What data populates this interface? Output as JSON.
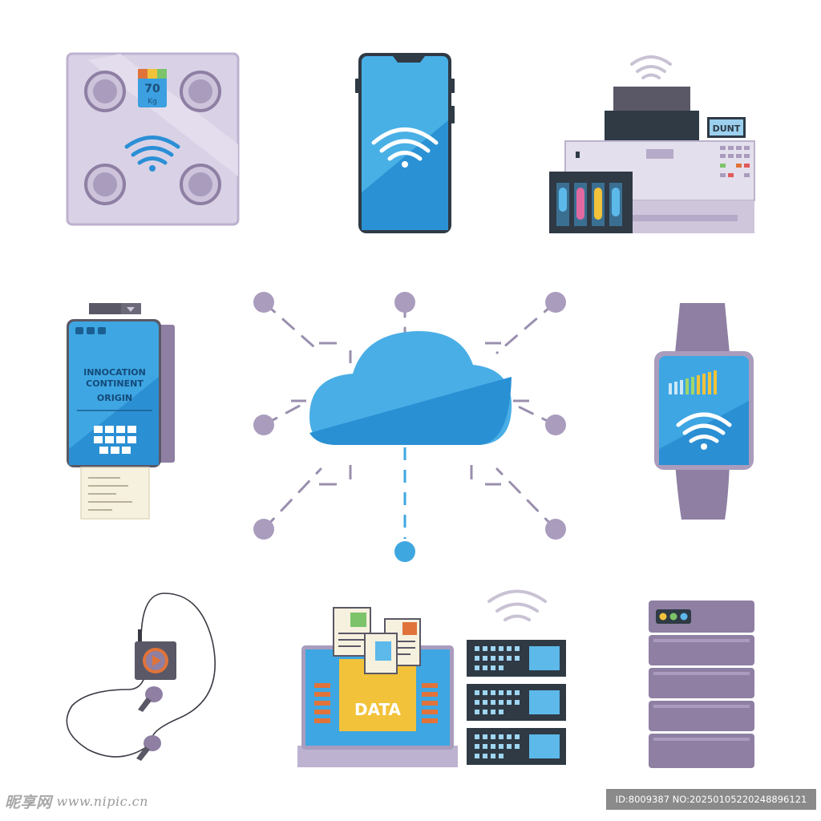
{
  "colors": {
    "accent_blue": "#3fa7e0",
    "deep_blue": "#1f7fc6",
    "purple": "#8e7fa3",
    "light_purple": "#cfc6dc",
    "dark_slate": "#2f3a45",
    "yellow": "#f2c23a",
    "orange": "#e0733a"
  },
  "icons": {
    "scale": "smart-scale-icon",
    "phone": "smartphone-icon",
    "printer": "wireless-printer-icon",
    "pos": "pos-terminal-icon",
    "cloud": "cloud-hub-icon",
    "watch": "smartwatch-icon",
    "player": "music-player-icon",
    "data": "data-laptop-icon",
    "server": "server-rack-icon"
  },
  "labels": {
    "scale_display": "70",
    "scale_subtext": "Kg",
    "printer_panel": "DUNT",
    "pos_line1": "INNOCATION",
    "pos_line2": "CONTINENT",
    "pos_line3": "ORIGIN",
    "data_folder": "DATA"
  },
  "watermark": {
    "site_cn": "昵享网",
    "site_url": "www.nipic.cn",
    "id_text": "ID:8009387 NO:20250105220248896121"
  }
}
